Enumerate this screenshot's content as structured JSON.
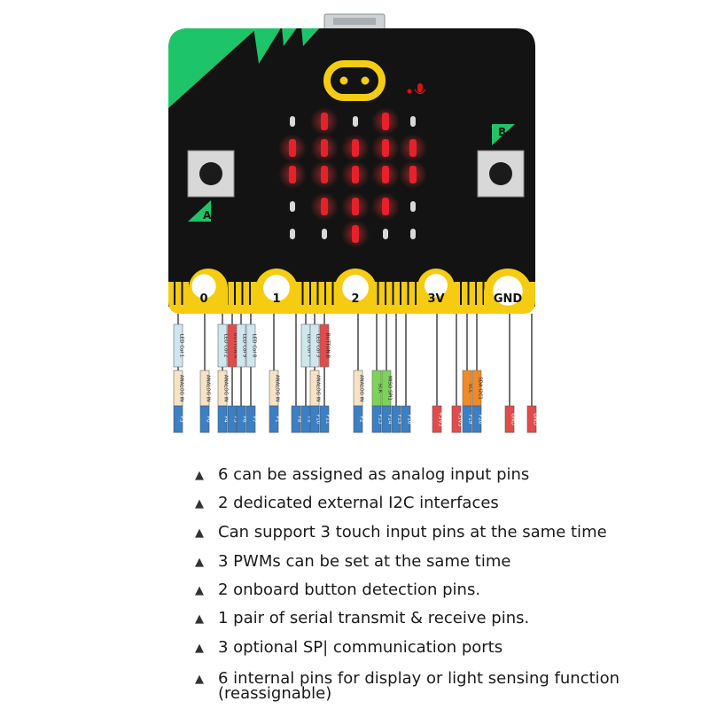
{
  "board": {
    "buttons": {
      "a": "A",
      "b": "B"
    },
    "pads": [
      "0",
      "1",
      "2",
      "3V",
      "GND"
    ],
    "led_matrix": [
      [
        0,
        1,
        0,
        1,
        0
      ],
      [
        1,
        1,
        1,
        1,
        1
      ],
      [
        1,
        1,
        1,
        1,
        1
      ],
      [
        0,
        1,
        1,
        1,
        0
      ],
      [
        0,
        0,
        1,
        0,
        0
      ]
    ],
    "colors": {
      "board": "#131313",
      "accent": "#1ec46a",
      "pad": "#f5cc11",
      "led_on": "#e8202a",
      "led_off": "#d8d8d8"
    }
  },
  "pin_labels": {
    "led_col_1": "LED Col 1",
    "led_col_2": "LED Col 2",
    "led_col_3": "LED Col 3",
    "led_col_7": "LED Col 7",
    "led_col_8": "LED Col 8",
    "led_col_9": "LED Col 9",
    "button_a": "BUTTON A",
    "button_b": "BUTTON B",
    "analog_in": "ANALOG IN",
    "spi_miso": "MISO SPI1",
    "sck": "SCK",
    "sda_i2c1": "SDA I2C1",
    "scl": "SCL",
    "pins": [
      "P3",
      "P0",
      "P4",
      "P5",
      "P6",
      "P7",
      "P1",
      "P8",
      "P9",
      "P10",
      "P11",
      "P12",
      "P2",
      "P13",
      "P14",
      "P15",
      "P16",
      "+3V3",
      "+3V3",
      "P19",
      "P20",
      "GND",
      "GND"
    ]
  },
  "features": [
    {
      "text": "6 can be assigned as analog input pins"
    },
    {
      "text": "2 dedicated external I2C interfaces"
    },
    {
      "text": "Can support 3 touch input pins at the same time"
    },
    {
      "text": "3 PWMs can be set at the same time"
    },
    {
      "text": "2 onboard button detection pins."
    },
    {
      "text": "1 pair of serial transmit & receive pins."
    },
    {
      "text": "3 optional SP| communication ports"
    },
    {
      "text": "6 internal pins for display or light sensing function",
      "sub": "(reassignable)"
    }
  ],
  "bullet_icon": "triangle-up-icon",
  "bullet_glyph": "▲"
}
